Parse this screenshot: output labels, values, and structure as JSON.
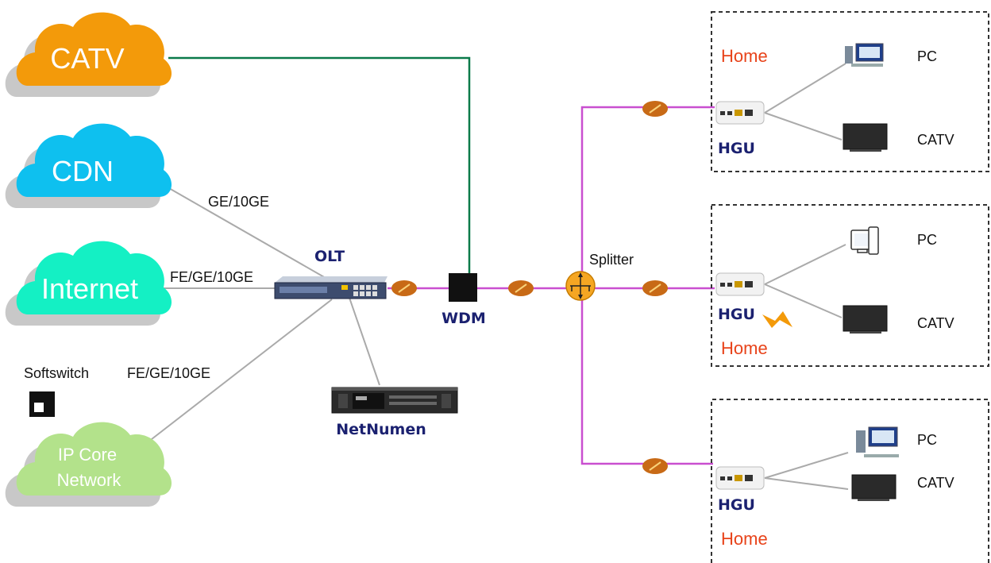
{
  "colors": {
    "catv_cloud": "#f39a0a",
    "cdn_cloud": "#0ec0ef",
    "internet_cloud": "#14f0c4",
    "ipcore_cloud": "#b3e28b",
    "cloud_shadow": "#c8c8c8",
    "fiber": "#c94fd0",
    "catv_line": "#0a7a4a",
    "gray_link": "#aaaaaa",
    "device_label": "#1b2170",
    "home_label": "#e8431a",
    "splitter": "#f5a623",
    "connector": "#c86a16"
  },
  "clouds": {
    "catv": "CATV",
    "cdn": "CDN",
    "internet": "Internet",
    "ipcore_line1": "IP Core",
    "ipcore_line2": "Network"
  },
  "links": {
    "cdn": "GE/10GE",
    "internet": "FE/GE/10GE",
    "ipcore": "FE/GE/10GE"
  },
  "devices": {
    "softswitch": "Softswitch",
    "olt": "OLT",
    "wdm": "WDM",
    "netnumen": "NetNumen",
    "splitter": "Splitter"
  },
  "homes": [
    {
      "home": "Home",
      "gateway": "HGU",
      "pc": "PC",
      "tv": "CATV"
    },
    {
      "home": "Home",
      "gateway": "HGU",
      "pc": "PC",
      "tv": "CATV"
    },
    {
      "home": "Home",
      "gateway": "HGU",
      "pc": "PC",
      "tv": "CATV"
    }
  ]
}
